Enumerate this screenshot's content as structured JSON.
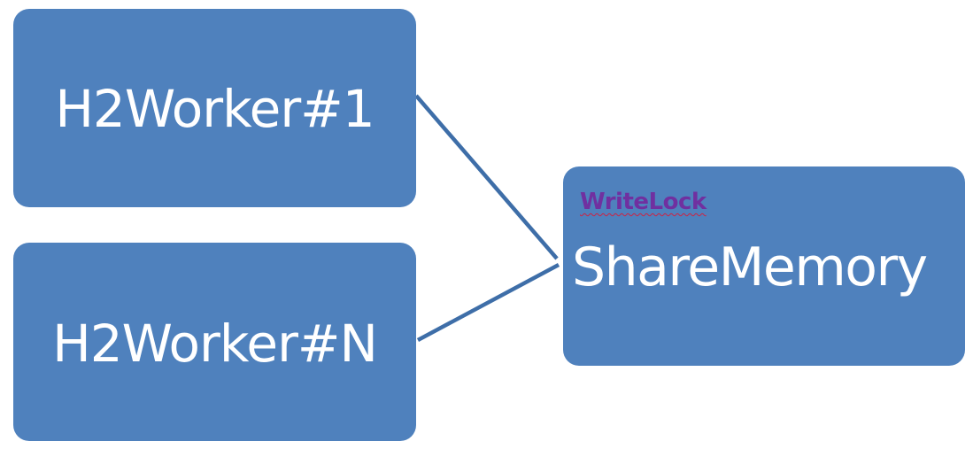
{
  "diagram": {
    "workers": [
      {
        "label": "H2Worker#1"
      },
      {
        "label": "H2Worker#N"
      }
    ],
    "shared": {
      "label": "ShareMemory",
      "lock_label": "WriteLock"
    }
  },
  "colors": {
    "box_fill": "#4f81bd",
    "connector": "#3e6ea8",
    "text": "#ffffff",
    "lock_text": "#7030a0",
    "lock_underline": "#d02040"
  }
}
